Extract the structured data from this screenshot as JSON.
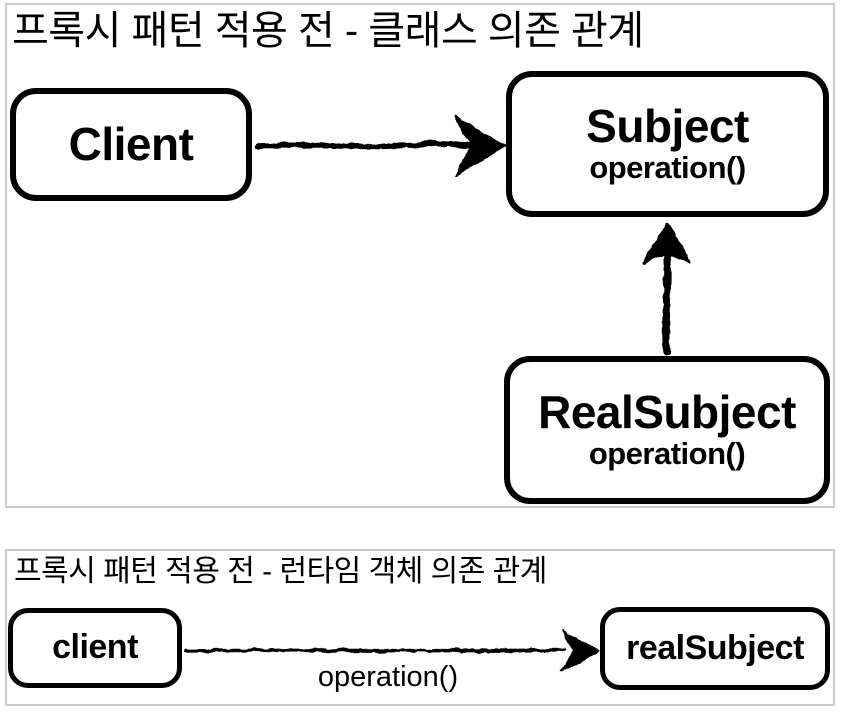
{
  "colors": {
    "background": "#ffffff",
    "section_border": "#cccccc",
    "box_border": "#000000",
    "text": "#000000"
  },
  "top_section": {
    "title": "프록시 패턴 적용 전 - 클래스 의존 관계",
    "nodes": [
      {
        "id": "client",
        "label": "Client"
      },
      {
        "id": "subject",
        "label": "Subject",
        "method": "operation()"
      },
      {
        "id": "realSubject",
        "label": "RealSubject",
        "method": "operation()"
      }
    ],
    "edges": [
      {
        "from": "Client",
        "to": "Subject",
        "style": "sketchy-solid-arrow",
        "direction": "right"
      },
      {
        "from": "RealSubject",
        "to": "Subject",
        "style": "sketchy-solid-arrow",
        "direction": "up"
      }
    ]
  },
  "bottom_section": {
    "title": "프록시 패턴 적용 전 - 런타임 객체 의존 관계",
    "nodes": [
      {
        "id": "client",
        "label": "client"
      },
      {
        "id": "realSubject",
        "label": "realSubject"
      }
    ],
    "edges": [
      {
        "from": "client",
        "to": "realSubject",
        "label": "operation()",
        "style": "sketchy-solid-arrow",
        "direction": "right"
      }
    ]
  }
}
